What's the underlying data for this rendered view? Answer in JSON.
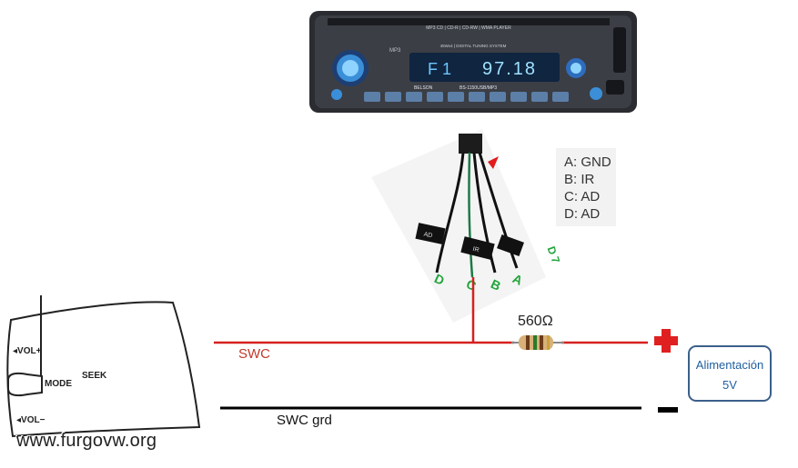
{
  "radio": {
    "top_text": "MP3 CD | CD-R | CD-RW | WMA PLAYER",
    "mid_text": "45Wx4 | DIGITAL TUNING SYSTEM",
    "brand": "BELSON",
    "model": "BS-1150USB/MP3",
    "display_left": "F 1",
    "display_value": "97.18",
    "mp3_badge": "MP3"
  },
  "connector": {
    "pins": [
      "D",
      "C",
      "B",
      "A"
    ],
    "tags": [
      "AD",
      "IR"
    ],
    "corner_label": "D 7"
  },
  "pin_legend": [
    "A: GND",
    "B: IR",
    "C: AD",
    "D: AD"
  ],
  "resistor_label": "560Ω",
  "wires": {
    "swc": "SWC",
    "swc_grd": "SWC grd"
  },
  "polarity": {
    "plus": "+",
    "minus": "−"
  },
  "power": {
    "line1": "Alimentación",
    "line2": "5V"
  },
  "steering": {
    "vol_up": "◂VOL+",
    "mode": "MODE",
    "seek": "SEEK",
    "vol_down": "◂VOL−"
  },
  "watermark": "www.furgovw.org",
  "colors": {
    "swc_wire": "#d62020",
    "ground_wire": "#000000",
    "plus": "#e02020",
    "box_border": "#3b5f8a"
  }
}
